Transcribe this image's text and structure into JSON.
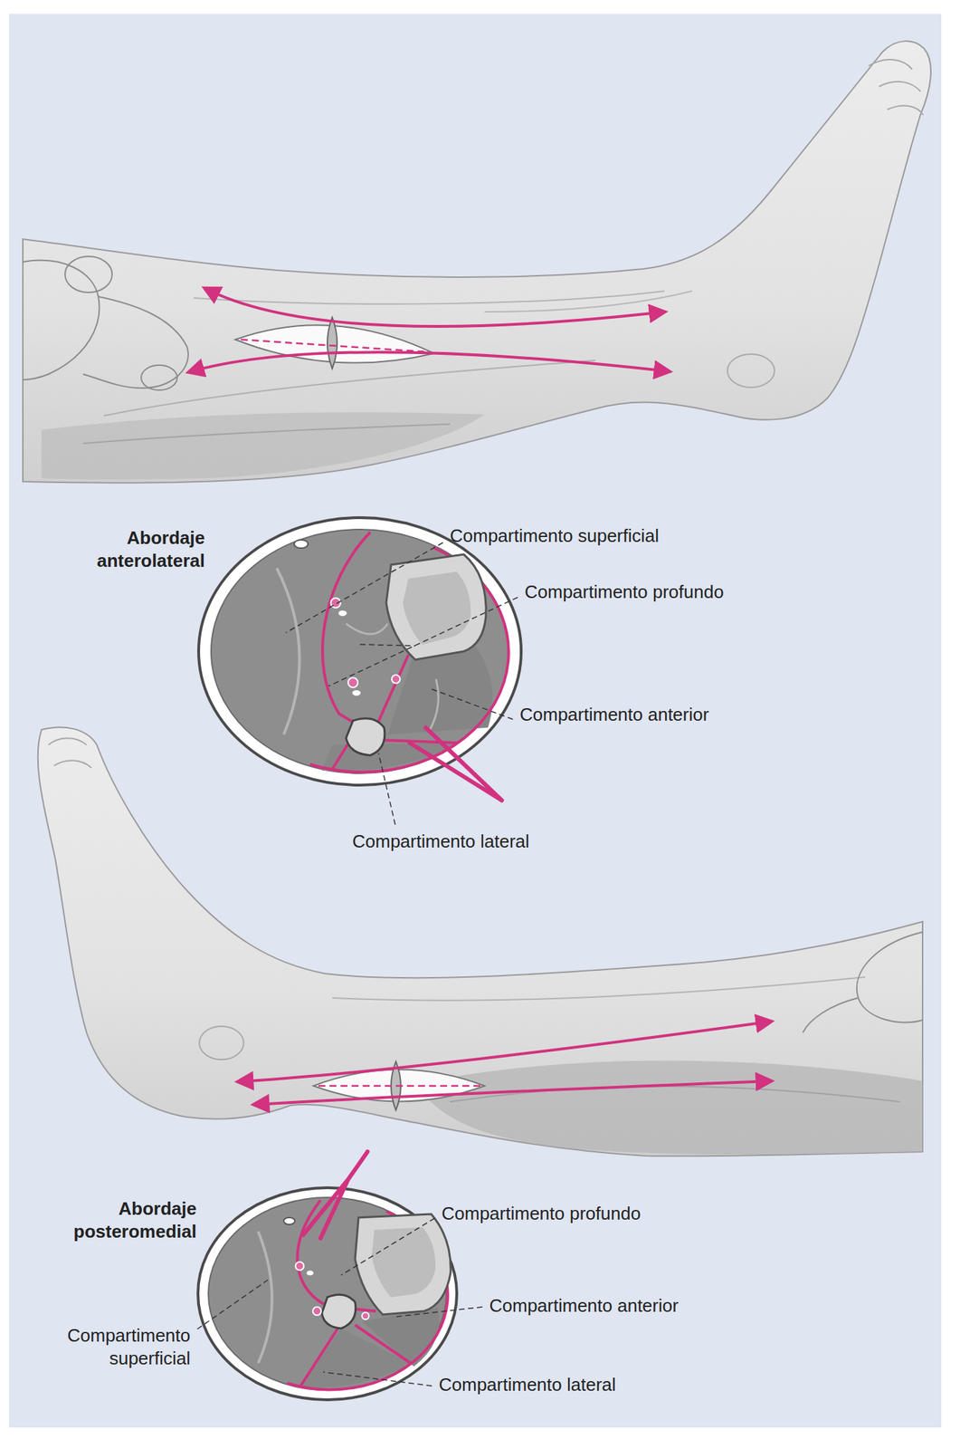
{
  "diagram": {
    "labels": [
      "Abordaje anterolateral",
      "Compartimento superficial",
      "Compartimento profundo",
      "Compartimento anterior",
      "Compartimento lateral",
      "Abordaje posteromedial",
      "Compartimento profundo",
      "Compartimento anterior",
      "Compartimento superficial",
      "Compartimento lateral"
    ]
  }
}
